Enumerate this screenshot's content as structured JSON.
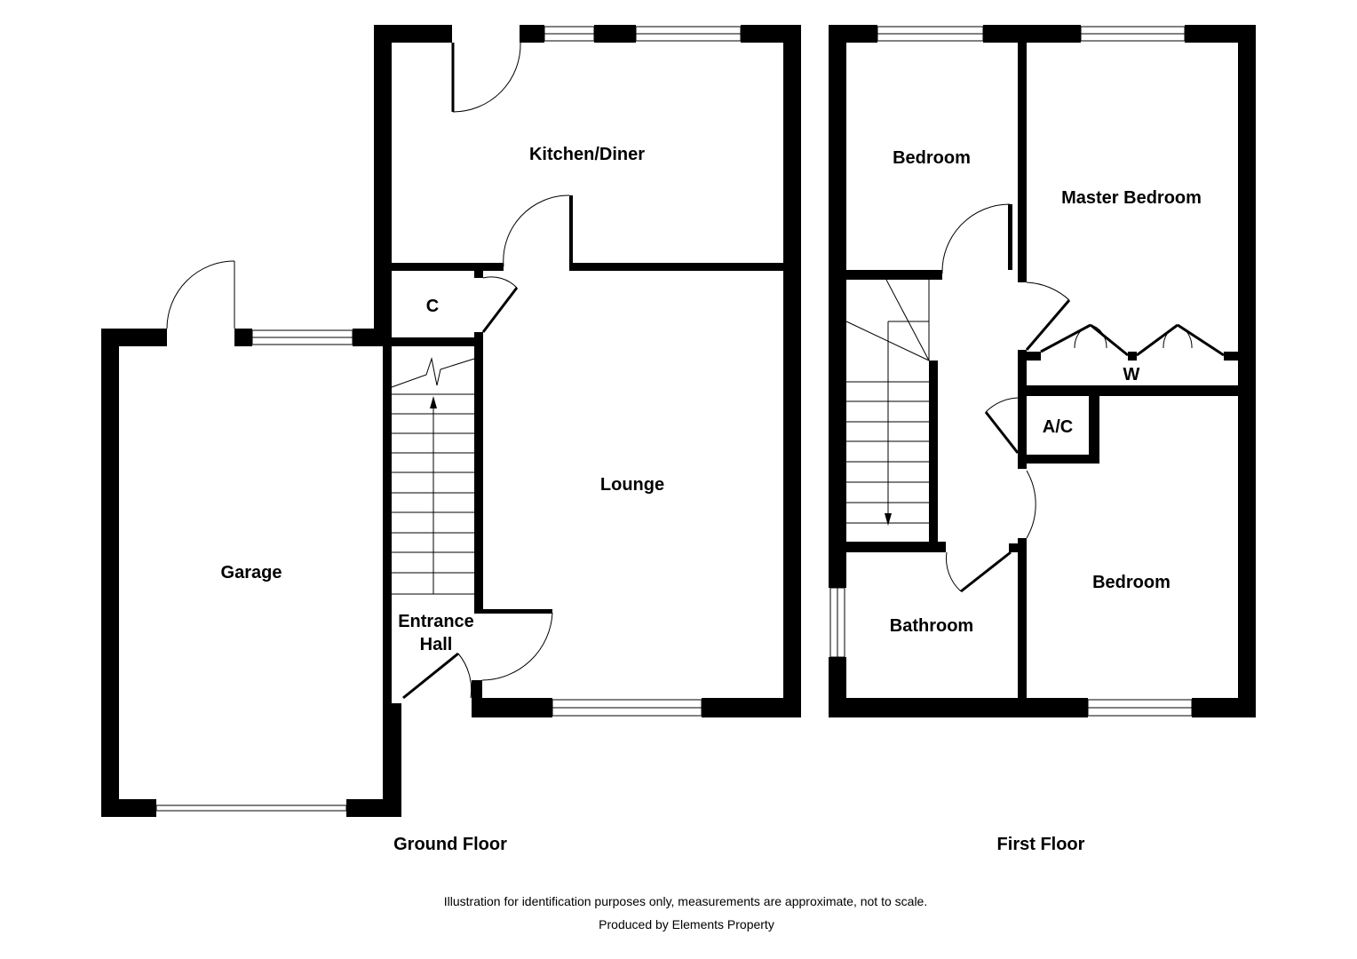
{
  "floors": {
    "ground": {
      "label": "Ground Floor",
      "rooms": {
        "kitchen": "Kitchen/Diner",
        "cupboard": "C",
        "lounge": "Lounge",
        "garage": "Garage",
        "hall_line1": "Entrance",
        "hall_line2": "Hall"
      }
    },
    "first": {
      "label": "First Floor",
      "rooms": {
        "bedroom_small": "Bedroom",
        "master": "Master Bedroom",
        "wardrobe": "W",
        "airing_cupboard": "A/C",
        "bathroom": "Bathroom",
        "bedroom_rear": "Bedroom"
      }
    }
  },
  "footer": {
    "disclaimer": "Illustration for identification purposes only, measurements are approximate, not to scale.",
    "credit": "Produced by Elements Property"
  },
  "colors": {
    "wall": "#000000",
    "background": "#ffffff"
  }
}
